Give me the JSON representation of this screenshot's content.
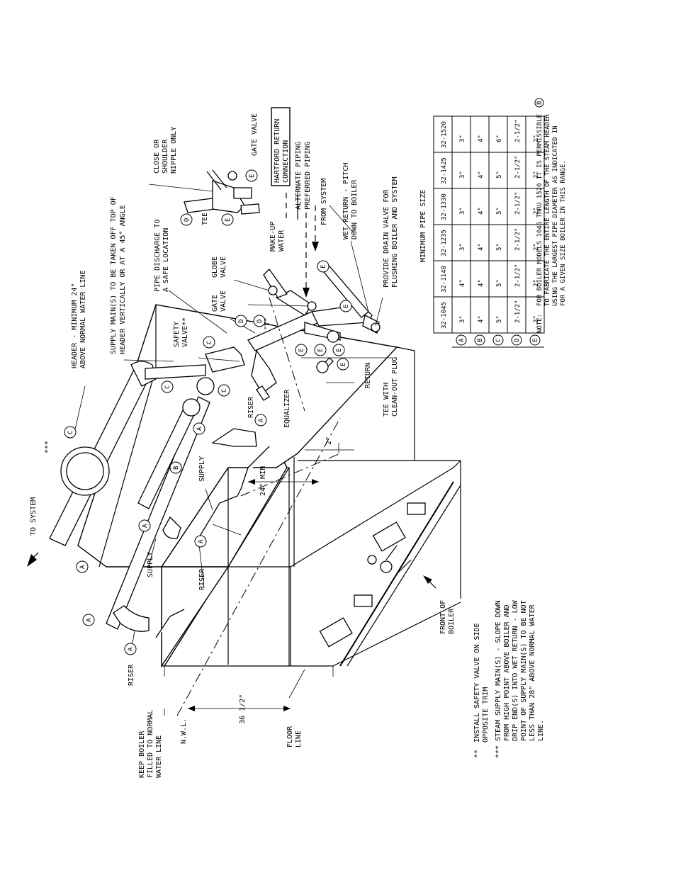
{
  "callouts": {
    "to_system": "TO SYSTEM",
    "header_min": [
      "HEADER - MINIMUM 24\"",
      "ABOVE NORMAL WATER LINE"
    ],
    "supply_mains": [
      "SUPPLY MAIN(S) TO BE TAKEN OFF TOP OF",
      "HEADER VERTICALLY OR AT A 45° ANGLE"
    ],
    "pipe_discharge": [
      "PIPE DISCHARGE TO",
      "A SAFE LOCATION"
    ],
    "safety_valve": [
      "SAFETY",
      "VALVE**"
    ],
    "close_nipple": [
      "CLOSE OR",
      "SHOULDER",
      "NIPPLE ONLY"
    ],
    "gate_valve_top": "GATE VALVE",
    "tee": "TEE",
    "hartford": [
      "HARTFORD RETURN",
      "CONNECTION"
    ],
    "alternate_piping": "ALTERNATE PIPING",
    "preferred_piping": "PREFERRED PIPING",
    "make_up_water": [
      "MAKE-UP",
      "WATER"
    ],
    "globe_valve": [
      "GLOBE",
      "VALVE"
    ],
    "gate_valve": [
      "GATE",
      "VALVE"
    ],
    "y_mark": "\"Y\"",
    "from_system": "FROM SYSTEM",
    "wet_return": [
      "WET RETURN - PITCH",
      "DOWN TO BOILER"
    ],
    "drain_valve": [
      "PROVIDE DRAIN VALVE FOR",
      "FLUSHING BOILER AND SYSTEM"
    ],
    "return": "RETURN",
    "tee_cleanout": [
      "TEE WITH",
      "CLEAN-OUT PLUG"
    ],
    "equalizer": "EQUALIZER",
    "riser": "RISER",
    "supply": "SUPPLY",
    "two_in": "2\"",
    "min_24": "24\" MIN",
    "front_of_boiler": [
      "FRONT OF",
      "BOILER"
    ],
    "keep_boiler": [
      "KEEP BOILER",
      "FILLED TO NORMAL",
      "WATER LINE"
    ],
    "nwl": "N.W.L.",
    "dim_36": "36 1/2\"",
    "floor_line": [
      "FLOOR",
      "LINE"
    ],
    "star3": "***"
  },
  "notes": {
    "note1_mark": "**",
    "note1": [
      "INSTALL SAFETY VALVE ON SIDE",
      "OPPOSITE TRIM"
    ],
    "note2_mark": "***",
    "note2": [
      "STEAM SUPPLY MAIN(S) - SLOPE DOWN",
      "FROM HIGH POINT ABOVE BOILER AND",
      "DRIP END(S) INTO WET RETURN - LOW",
      "POINT OF SUPPLY MAIN(S) TO BE NOT",
      "LESS THAN 28\" ABOVE NORMAL WATER",
      "LINE."
    ],
    "note3_label": "NOTE:",
    "note3": [
      "FOR BOILER MODELS 1045 THRU 1520 IT IS PERMISSIBLE",
      "TO FABRICATE THE ENTIRE LENGTH OF THE STEAM HEADER",
      "USING THE LARGEST PIPE DIAMETER AS INDICATED IN",
      "FOR A GIVEN SIZE BOILER IN THIS RANGE."
    ],
    "note3_ref": "B"
  },
  "table": {
    "title": "MINIMUM PIPE SIZE",
    "columns": [
      "32-1045",
      "32-1140",
      "32-1235",
      "32-1330",
      "32-1425",
      "32-1520"
    ],
    "rows": [
      {
        "key": "A",
        "values": [
          "3\"",
          "4\"",
          "3\"",
          "3\"",
          "3\"",
          "3\""
        ]
      },
      {
        "key": "B",
        "values": [
          "4\"",
          "4\"",
          "4\"",
          "4\"",
          "4\"",
          "4\""
        ]
      },
      {
        "key": "C",
        "values": [
          "5\"",
          "5\"",
          "5\"",
          "5\"",
          "5\"",
          "6\""
        ]
      },
      {
        "key": "D",
        "values": [
          "2-1/2\"",
          "2-1/2\"",
          "2-1/2\"",
          "2-1/2\"",
          "2-1/2\"",
          "2-1/2\""
        ]
      },
      {
        "key": "E",
        "values": [
          "2\"",
          "2\"",
          "2\"",
          "2\"",
          "2\"",
          "2\""
        ]
      }
    ]
  }
}
